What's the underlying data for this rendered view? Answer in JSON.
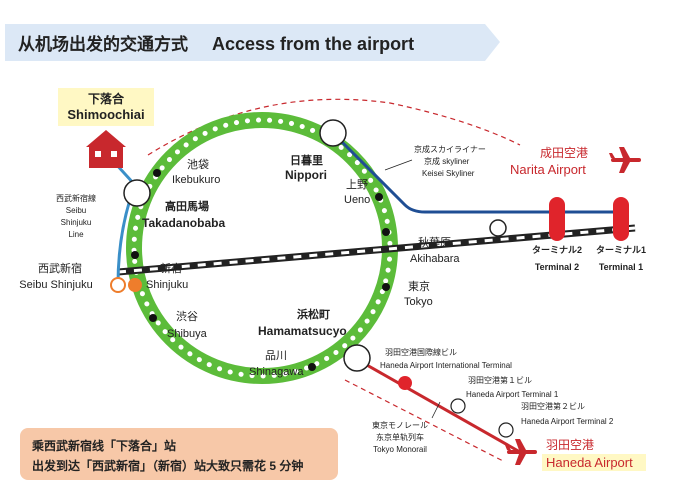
{
  "title": {
    "cn": "从机场出发的交通方式",
    "en": "Access from the airport"
  },
  "home": {
    "jp": "下落合",
    "en": "Shimoochiai"
  },
  "stations": {
    "ikebukuro": {
      "jp": "池袋",
      "en": "Ikebukuro"
    },
    "nippori": {
      "jp": "日暮里",
      "en": "Nippori"
    },
    "ueno": {
      "jp": "上野",
      "en": "Ueno"
    },
    "takadanobaba": {
      "jp": "高田馬場",
      "en": "Takadanobaba"
    },
    "akihabara": {
      "jp": "秋葉原",
      "en": "Akihabara"
    },
    "shinjuku": {
      "jp": "新宿",
      "en": "Shinjuku"
    },
    "tokyo": {
      "jp": "東京",
      "en": "Tokyo"
    },
    "seibu_shinjuku": {
      "jp": "西武新宿",
      "en": "Seibu Shinjuku"
    },
    "shibuya": {
      "jp": "渋谷",
      "en": "Shibuya"
    },
    "hamamatsucho": {
      "jp": "浜松町",
      "en": "Hamamatsucyo"
    },
    "shinagawa": {
      "jp": "品川",
      "en": "Shinagawa"
    }
  },
  "lines": {
    "seibu": [
      "西武新宿線",
      "Seibu",
      "Shinjuku",
      "Line"
    ],
    "skyliner": [
      "京成スカイライナー",
      "京成 skyliner",
      "Keisei Skyliner"
    ],
    "monorail": [
      "東京モノレール",
      "东京单轨列车",
      "Tokyo Monorail"
    ]
  },
  "terminals": {
    "t1": {
      "jp": "ターミナル1",
      "en": "Terminal 1"
    },
    "t2": {
      "jp": "ターミナル2",
      "en": "Terminal 2"
    }
  },
  "airports": {
    "narita": {
      "jp": "成田空港",
      "en": "Narita Airport"
    },
    "haneda": {
      "jp": "羽田空港",
      "en": "Haneda Airport"
    }
  },
  "haneda_stops": {
    "international": {
      "jp": "羽田空港国際線ビル",
      "en": "Haneda Airport International Terminal"
    },
    "terminal1": {
      "jp": "羽田空港第１ビル",
      "en": "Haneda Airport Terminal 1"
    },
    "terminal2": {
      "jp": "羽田空港第２ビル",
      "en": "Haneda Airport Terminal 2"
    }
  },
  "note": {
    "line1": "乘西武新宿线「下落合」站",
    "line2": "出发到达「西武新宿」（新宿）站大致只需花 5 分钟"
  },
  "colors": {
    "yamanote": "#5cbc3a",
    "seibu": "#3a8fc8",
    "skyliner": "#1f4e94",
    "monorail": "#c8282d",
    "accent_red": "#e0242b",
    "title_band": "#dce8f6",
    "note_bg": "#f7c8a8"
  }
}
